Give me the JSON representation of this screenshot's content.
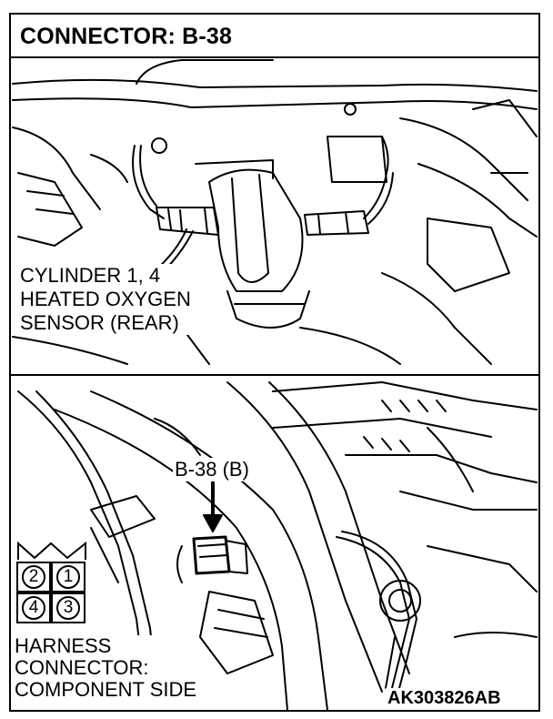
{
  "title": "CONNECTOR: B-38",
  "sensor_label": {
    "line1": "CYLINDER 1, 4",
    "line2": "HEATED OXYGEN",
    "line3": "SENSOR (REAR)"
  },
  "connector_tag": "B-38 (B)",
  "harness_connector": {
    "line1": "HARNESS",
    "line2": "CONNECTOR:",
    "line3": "COMPONENT SIDE",
    "pins": [
      "2",
      "1",
      "4",
      "3"
    ]
  },
  "figure_code": "AK303826AB"
}
